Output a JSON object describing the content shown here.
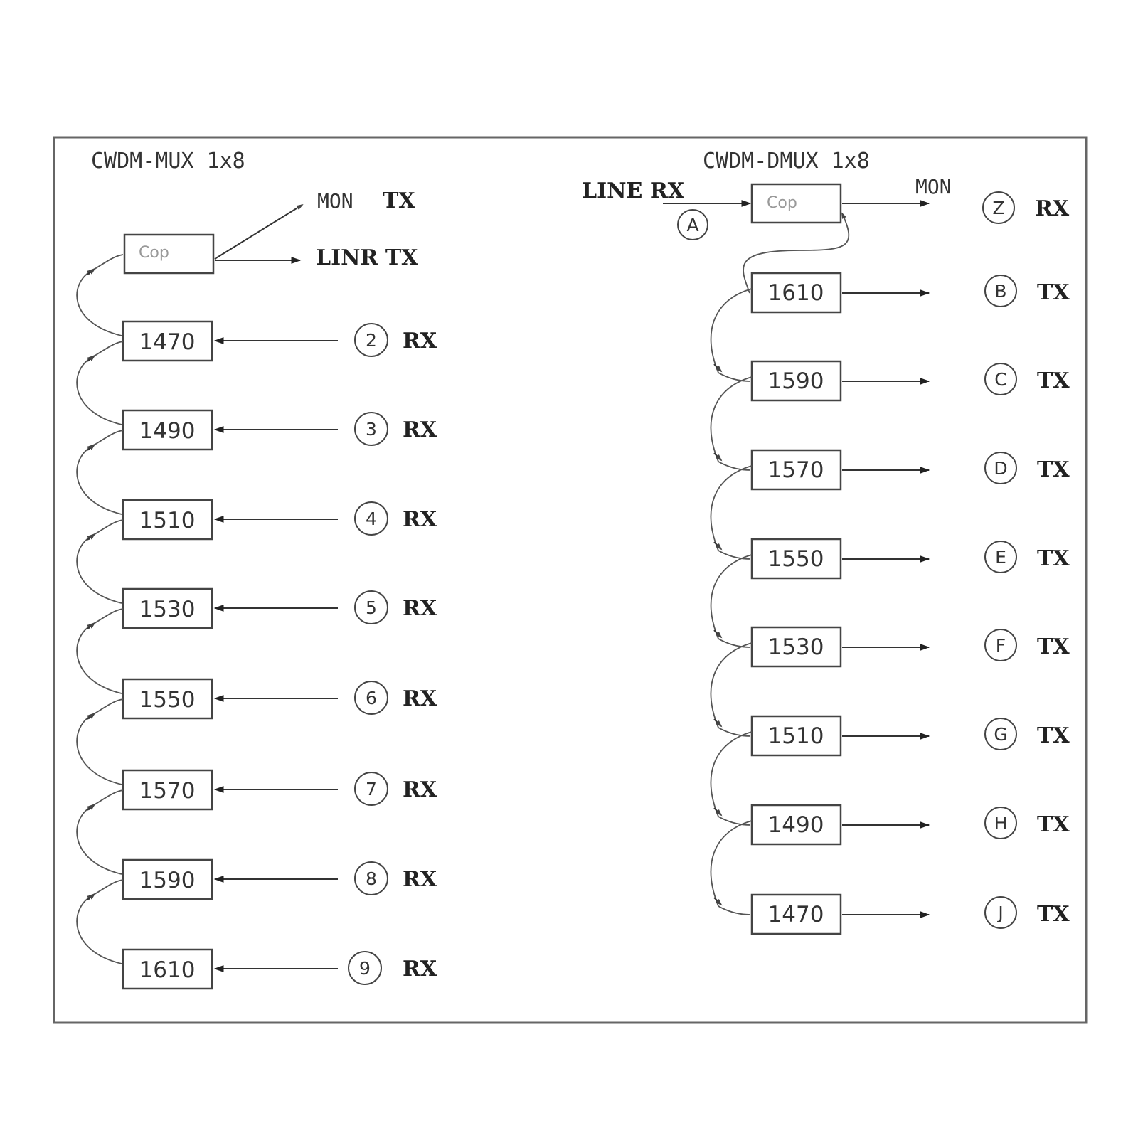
{
  "mux": {
    "title": "CWDM-MUX 1x8",
    "coupler": "Cop",
    "mon_label": "MON",
    "mon_tx": "TX",
    "line_tx": "LINR TX",
    "channels": [
      {
        "wl": "1470",
        "port": "2",
        "dir": "RX"
      },
      {
        "wl": "1490",
        "port": "3",
        "dir": "RX"
      },
      {
        "wl": "1510",
        "port": "4",
        "dir": "RX"
      },
      {
        "wl": "1530",
        "port": "5",
        "dir": "RX"
      },
      {
        "wl": "1550",
        "port": "6",
        "dir": "RX"
      },
      {
        "wl": "1570",
        "port": "7",
        "dir": "RX"
      },
      {
        "wl": "1590",
        "port": "8",
        "dir": "RX"
      },
      {
        "wl": "1610",
        "port": "9",
        "dir": "RX"
      }
    ]
  },
  "demux": {
    "title": "CWDM-DMUX 1x8",
    "coupler": "Cop",
    "line_rx": "LINE RX",
    "line_port": "A",
    "mon_label": "MON",
    "mon_port": "Z",
    "mon_dir": "RX",
    "channels": [
      {
        "wl": "1610",
        "port": "B",
        "dir": "TX"
      },
      {
        "wl": "1590",
        "port": "C",
        "dir": "TX"
      },
      {
        "wl": "1570",
        "port": "D",
        "dir": "TX"
      },
      {
        "wl": "1550",
        "port": "E",
        "dir": "TX"
      },
      {
        "wl": "1530",
        "port": "F",
        "dir": "TX"
      },
      {
        "wl": "1510",
        "port": "G",
        "dir": "TX"
      },
      {
        "wl": "1490",
        "port": "H",
        "dir": "TX"
      },
      {
        "wl": "1470",
        "port": "J",
        "dir": "TX"
      }
    ]
  }
}
